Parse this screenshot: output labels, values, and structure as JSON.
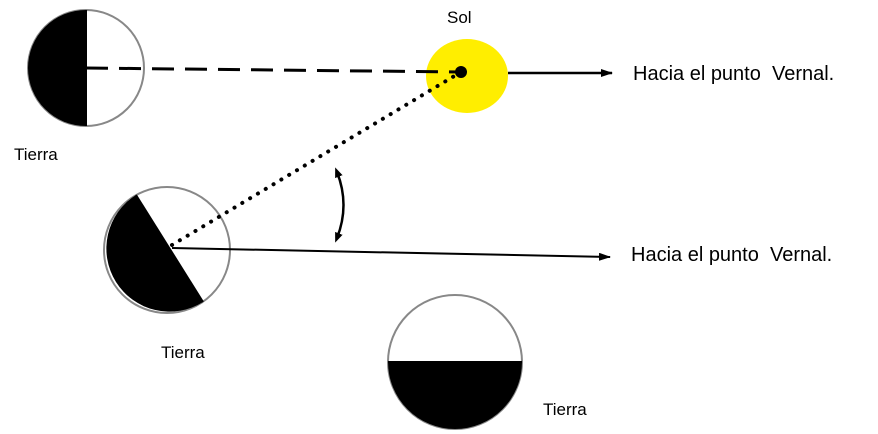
{
  "diagram": {
    "sun_label": "Sol",
    "earth_labels": [
      "Tierra",
      "Tierra",
      "Tierra"
    ],
    "vernal_labels": [
      "Hacia el punto  Vernal.",
      "Hacia el punto  Vernal."
    ]
  },
  "colors": {
    "sun": "#ffee00",
    "earth_dark": "#000000",
    "earth_light": "#ffffff",
    "earth_outline": "#888888",
    "lines": "#000000"
  }
}
